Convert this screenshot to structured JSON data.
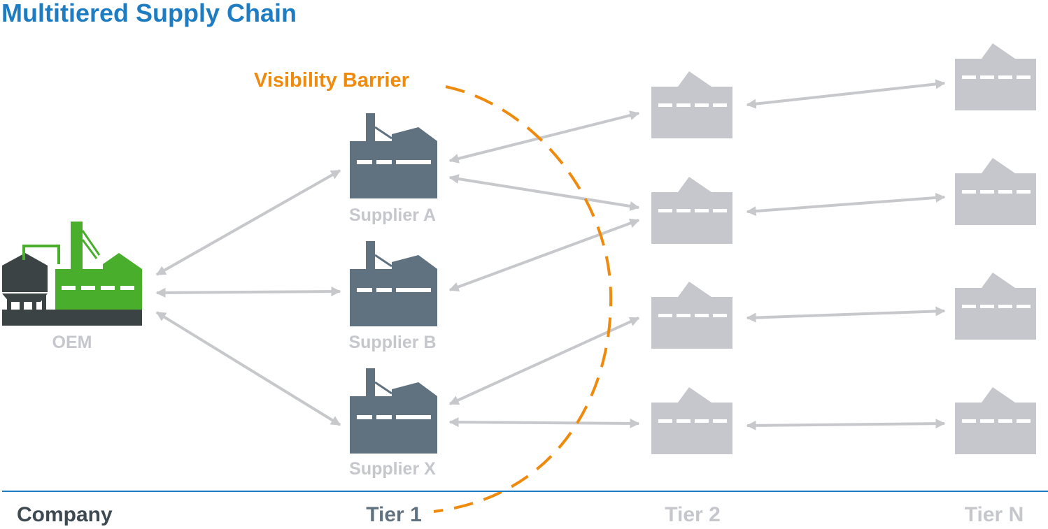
{
  "title": "Multitiered Supply Chain",
  "barrier_label": "Visibility Barrier",
  "nodes": {
    "oem": "OEM",
    "supplier_a": "Supplier A",
    "supplier_b": "Supplier B",
    "supplier_x": "Supplier X"
  },
  "tiers": {
    "company": "Company",
    "tier1": "Tier 1",
    "tier2": "Tier 2",
    "tierN": "Tier N"
  },
  "colors": {
    "title": "#1e7cc2",
    "barrier": "#ef8a0c",
    "arrow": "#c7c8cc",
    "supplier": "#607280",
    "tier_building": "#c6c7cc",
    "oem_green": "#48ae2c",
    "oem_dark": "#3b4345",
    "label_light": "#c6c7cc",
    "label_dark": "#3e4a52",
    "label_mid": "#607280",
    "rule": "#1e7cc2"
  },
  "icons": {
    "oem": "factory-with-silo-icon",
    "supplier": "factory-icon",
    "tier": "warehouse-icon",
    "arrow": "double-headed-arrow-icon"
  }
}
